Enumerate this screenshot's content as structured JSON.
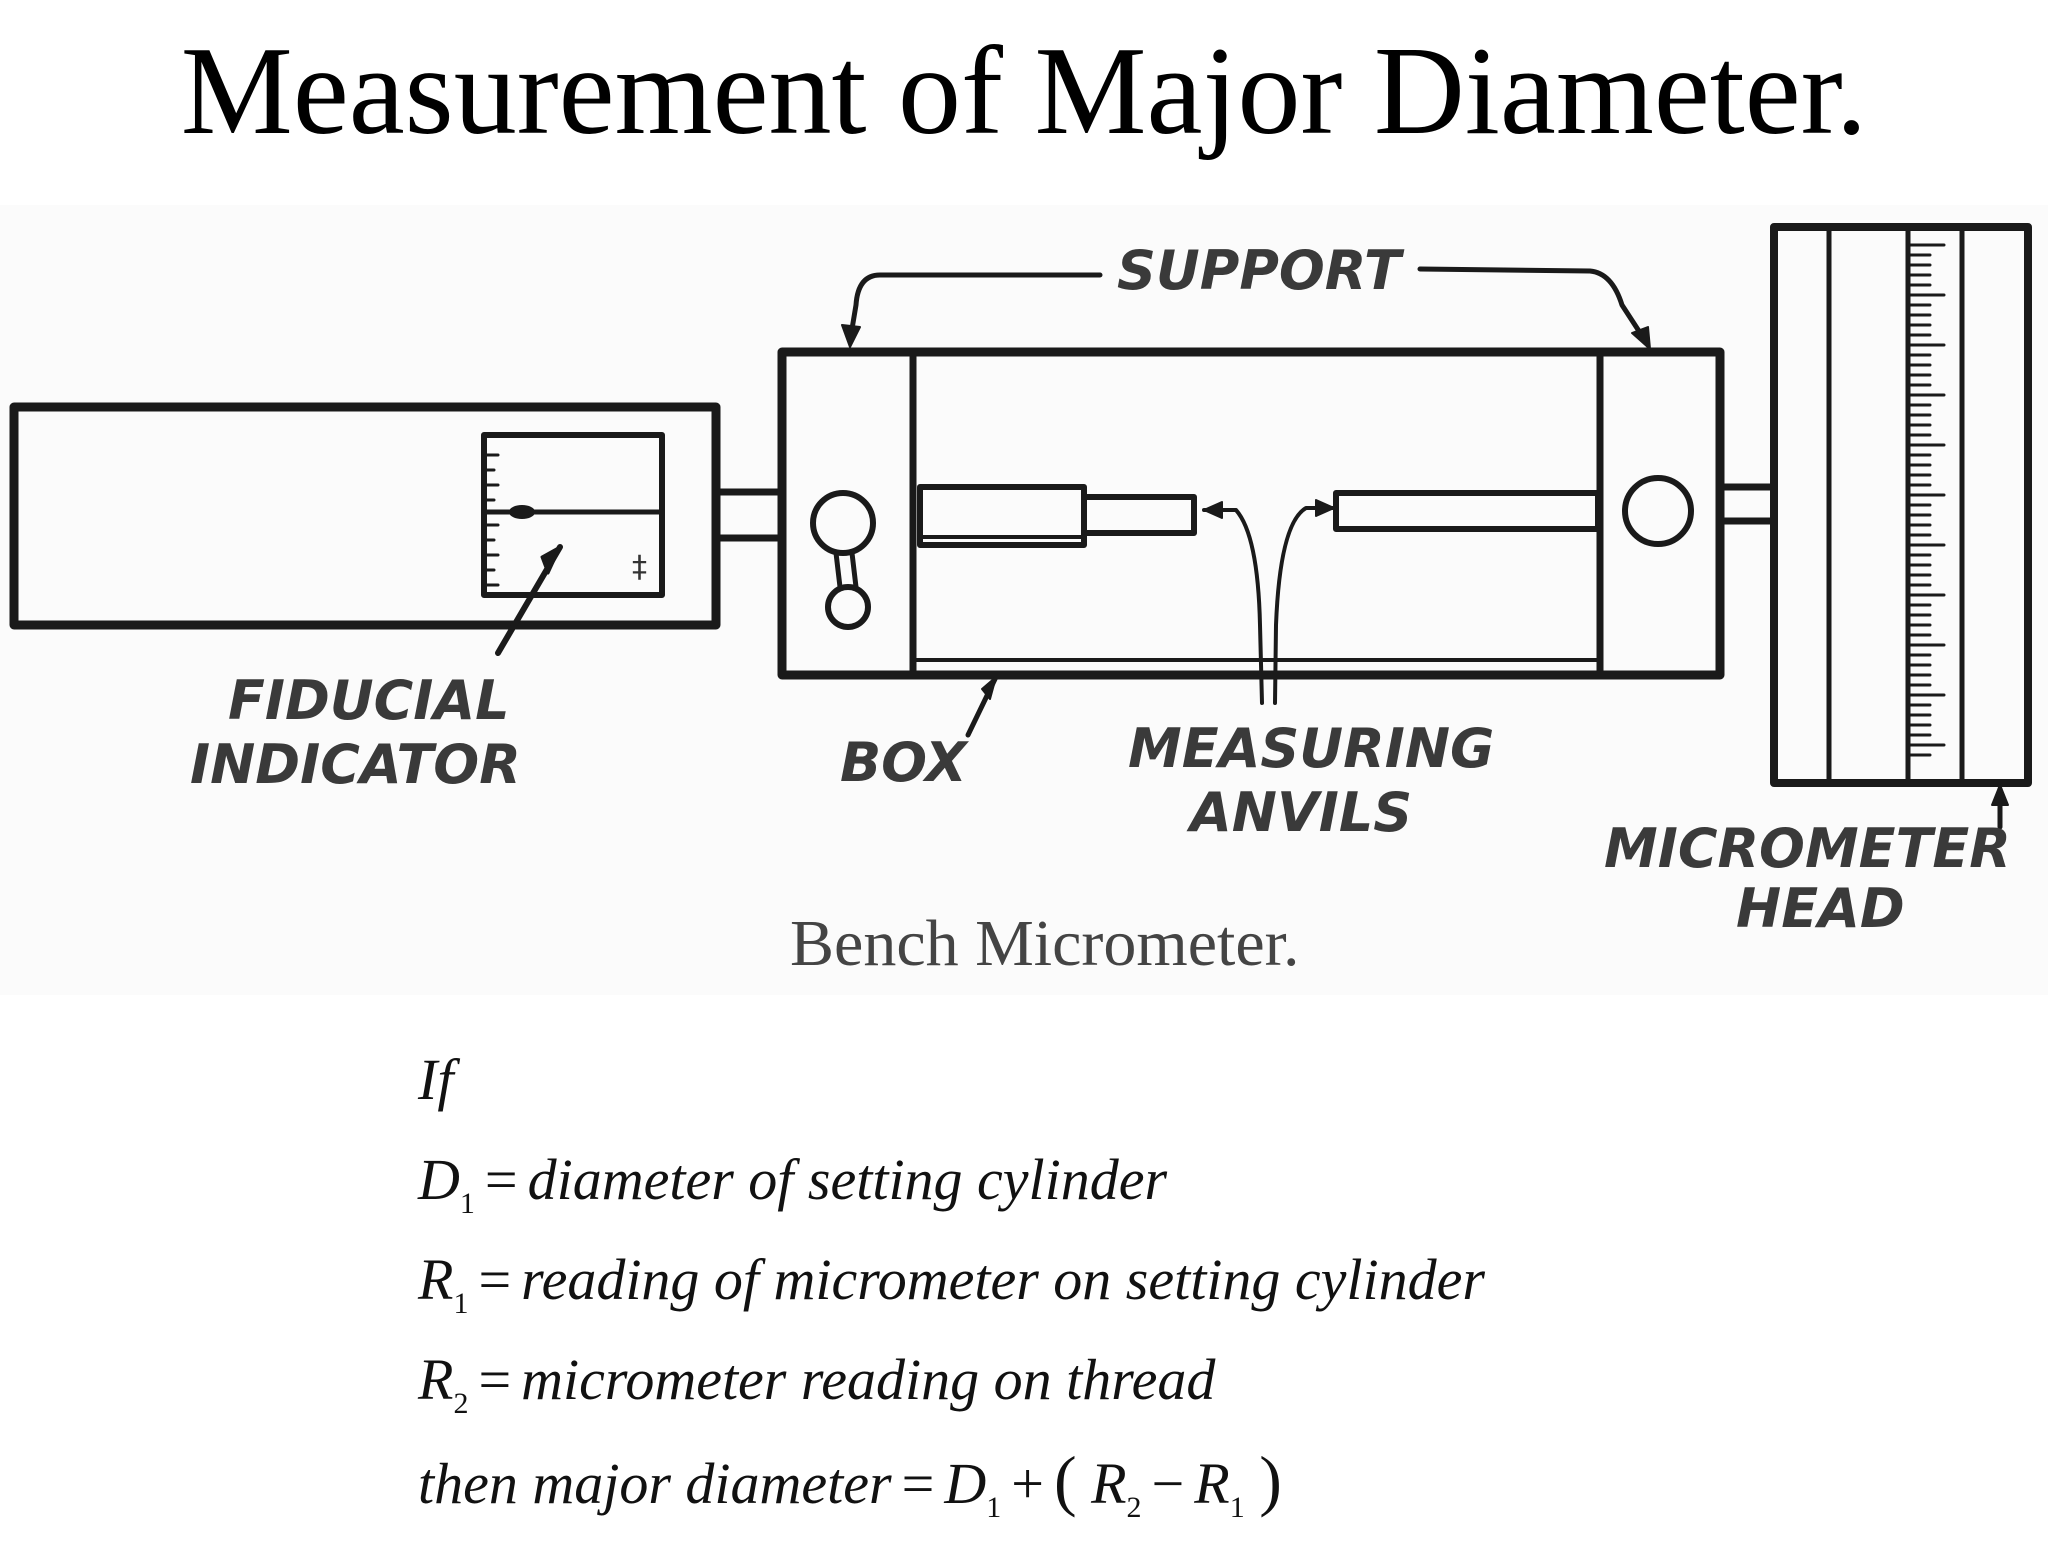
{
  "slide": {
    "title": "Measurement of Major Diameter."
  },
  "diagram": {
    "labels": {
      "support": "SUPPORT",
      "fiducial_line1": "FIDUCIAL",
      "fiducial_line2": "INDICATOR",
      "box": "BOX",
      "anvils_line1": "MEASURING",
      "anvils_line2": "ANVILS",
      "micrometer_line1": "MICROMETER",
      "micrometer_line2": "HEAD"
    },
    "caption": "Bench Micrometer."
  },
  "definitions": {
    "intro": "If",
    "d1": {
      "symbol": "D",
      "sub": "1",
      "text": "diameter of  setting cylinder"
    },
    "r1": {
      "symbol": "R",
      "sub": "1",
      "text": "reading of  micrometer on setting cylinder"
    },
    "r2": {
      "symbol": "R",
      "sub": "2",
      "text": "micrometer reading on thread"
    },
    "result": {
      "text": "then major diameter",
      "d": "D",
      "d_sub": "1",
      "r2": "R",
      "r2_sub": "2",
      "r1": "R",
      "r1_sub": "1"
    }
  }
}
